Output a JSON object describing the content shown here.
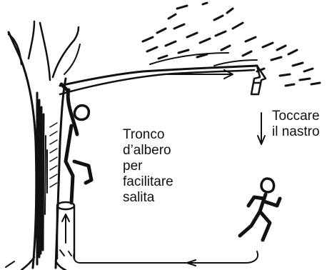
{
  "labels": {
    "tronco": [
      "Tronco",
      "d’albero",
      "per",
      "facilitare",
      "salita"
    ],
    "toccare": [
      "Toccare",
      "il nastro"
    ]
  },
  "colors": {
    "ink": "#111111",
    "background": "#ffffff"
  }
}
